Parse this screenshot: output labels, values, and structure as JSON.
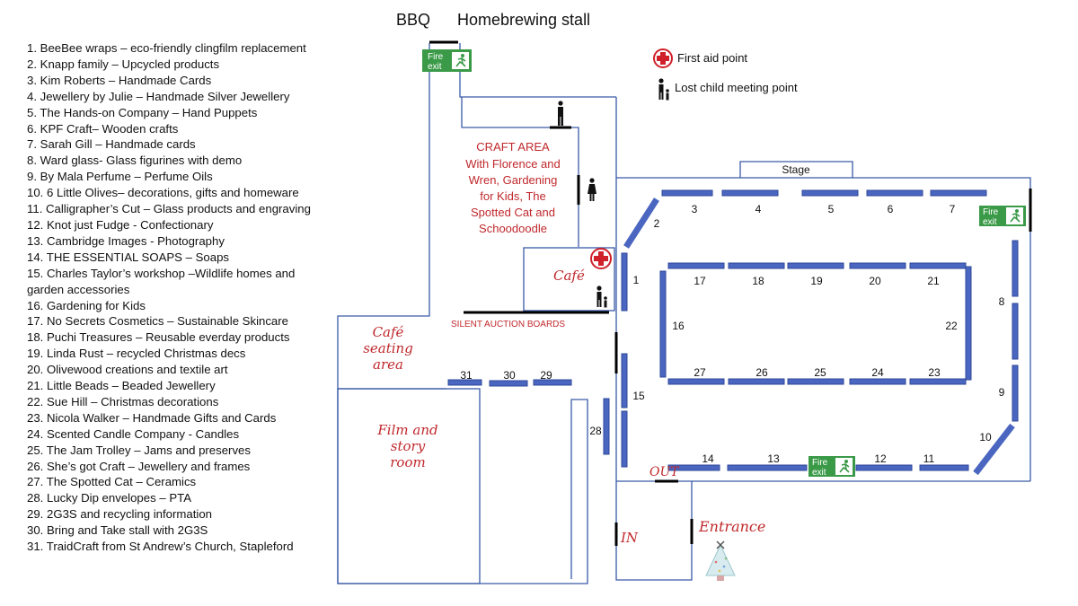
{
  "top_labels": {
    "bbq": "BBQ",
    "homebrew": "Homebrewing stall"
  },
  "legend": {
    "first_aid": "First aid point",
    "lost_child": "Lost child meeting point"
  },
  "stallholders": [
    "1. BeeBee wraps – eco-friendly clingfilm replacement",
    "2. Knapp family – Upcycled products",
    "3. Kim Roberts – Handmade Cards",
    "4. Jewellery by Julie – Handmade Silver Jewellery",
    "5. The Hands-on Company – Hand Puppets",
    "6. KPF Craft– Wooden crafts",
    "7. Sarah Gill – Handmade cards",
    "8. Ward glass- Glass figurines with demo",
    "9. By Mala Perfume – Perfume Oils",
    "10. 6 Little Olives– decorations, gifts and homeware",
    "11. Calligrapher’s Cut – Glass products and engraving",
    "12. Knot just Fudge - Confectionary",
    "13. Cambridge Images - Photography",
    "14. THE ESSENTIAL SOAPS – Soaps",
    "15. Charles Taylor’s workshop –Wildlife homes and garden accessories",
    "16. Gardening for Kids",
    "17. No Secrets Cosmetics – Sustainable Skincare",
    "18. Puchi Treasures – Reusable everday products",
    "19. Linda Rust – recycled Christmas decs",
    "20. Olivewood creations and textile art",
    "21. Little Beads – Beaded Jewellery",
    "22. Sue Hill – Christmas decorations",
    "23. Nicola Walker – Handmade Gifts and Cards",
    "24. Scented Candle Company - Candles",
    "25. The Jam Trolley – Jams and preserves",
    "26. She’s got Craft – Jewellery and frames",
    "27. The Spotted Cat – Ceramics",
    "28. Lucky Dip envelopes – PTA",
    "29. 2G3S and recycling information",
    "30. Bring and Take stall with 2G3S",
    "31. TraidCraft from St Andrew’s Church, Stapleford"
  ],
  "areas": {
    "craft_area": [
      "CRAFT AREA",
      "With Florence and",
      "Wren, Gardening",
      "for Kids, The",
      "Spotted Cat and",
      "Schoodoodle"
    ],
    "cafe": "Café",
    "cafe_seating": [
      "Café",
      "seating",
      "area"
    ],
    "film_room": [
      "Film and",
      "story",
      "room"
    ],
    "silent_auction": "SILENT AUCTION BOARDS",
    "stage": "Stage",
    "out": "OUT",
    "in": "IN",
    "entrance": "Entrance"
  },
  "fire_exit": [
    "Fire",
    "exit"
  ],
  "stall_numbers": [
    "1",
    "2",
    "3",
    "4",
    "5",
    "6",
    "7",
    "8",
    "9",
    "10",
    "11",
    "12",
    "13",
    "14",
    "15",
    "16",
    "17",
    "18",
    "19",
    "20",
    "21",
    "22",
    "23",
    "24",
    "25",
    "26",
    "27",
    "28",
    "29",
    "30",
    "31"
  ],
  "colors": {
    "stall": "#4a66c0",
    "fire_exit": "#3a9a48",
    "area_text": "#c0282c",
    "wall": "#3a5aa8"
  }
}
